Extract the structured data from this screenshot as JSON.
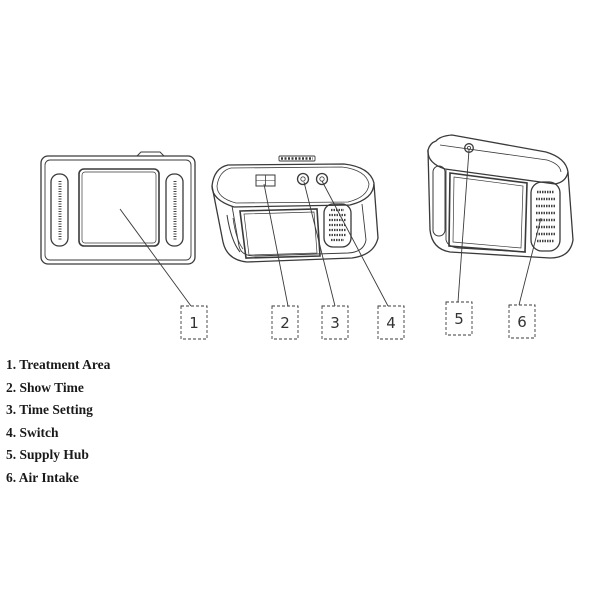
{
  "legend": [
    {
      "num": "1.",
      "label": "Treatment Area"
    },
    {
      "num": "2.",
      "label": "Show Time"
    },
    {
      "num": "3.",
      "label": "Time Setting"
    },
    {
      "num": "4.",
      "label": "Switch"
    },
    {
      "num": "5.",
      "label": "Supply Hub"
    },
    {
      "num": "6.",
      "label": "Air Intake"
    }
  ],
  "callouts": [
    "1",
    "2",
    "3",
    "4",
    "5",
    "6"
  ]
}
